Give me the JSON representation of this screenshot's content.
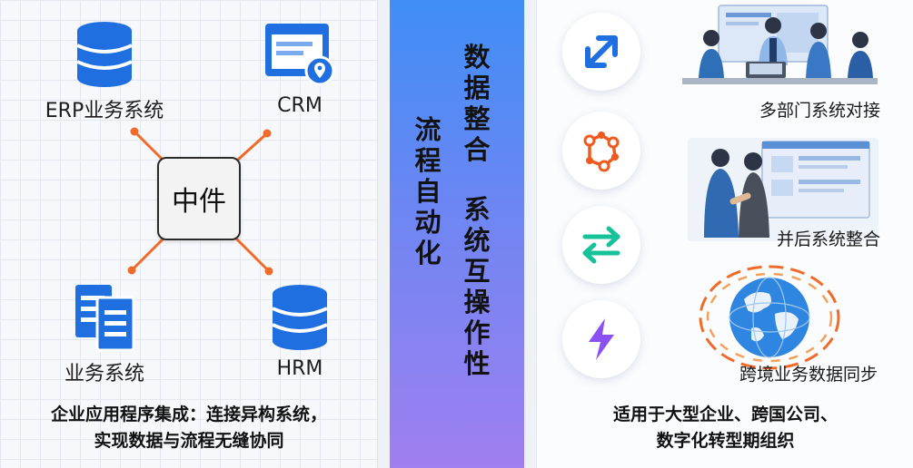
{
  "left": {
    "nodes": {
      "erp": "ERP业务系统",
      "crm": "CRM",
      "business": "业务系统",
      "hrm": "HRM"
    },
    "hub": "中件",
    "caption_line1": "企业应用程序集成：连接异构系统，",
    "caption_line2": "实现数据与流程无缝协同"
  },
  "banner": {
    "col_flow": [
      "流",
      "程",
      "自",
      "动",
      "化"
    ],
    "col_data": [
      "数",
      "据",
      "整",
      "合"
    ],
    "col_sys": [
      "系",
      "统",
      "互",
      "操",
      "作",
      "性"
    ]
  },
  "right": {
    "icons": [
      "expand-arrows-icon",
      "network-nodes-icon",
      "exchange-arrows-icon",
      "lightning-icon"
    ],
    "labels": {
      "meeting": "多部门系统对接",
      "merger": "并后系统整合",
      "globe": "跨境业务数据同步"
    },
    "caption_line1": "适用于大型企业、跨国公司、",
    "caption_line2": "数字化转型期组织"
  },
  "colors": {
    "blue_icon": "#1f6fe0",
    "connector": "#f06a2a",
    "orange_icon": "#f05a1e",
    "teal_icon": "#17c29a",
    "purple_icon": "#8b4ff2",
    "banner_top": "#3f8ef5",
    "banner_bottom": "#a07ff0"
  }
}
